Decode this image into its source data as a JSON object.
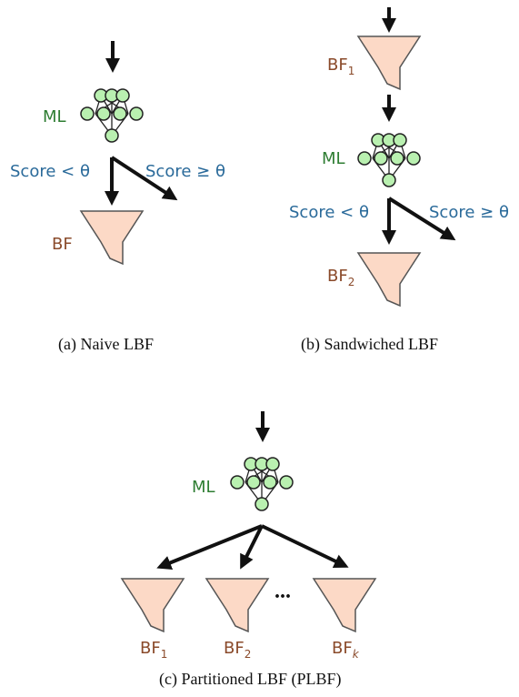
{
  "panel_a": {
    "ml_label": "ML",
    "score_low": "Score < θ",
    "score_high": "Score ≥ θ",
    "bf_label": "BF",
    "caption": "(a) Naive LBF"
  },
  "panel_b": {
    "bf1_base": "BF",
    "bf1_sub": "1",
    "ml_label": "ML",
    "score_low": "Score < θ",
    "score_high": "Score ≥ θ",
    "bf2_base": "BF",
    "bf2_sub": "2",
    "caption": "(b) Sandwiched LBF"
  },
  "panel_c": {
    "ml_label": "ML",
    "bf1_base": "BF",
    "bf1_sub": "1",
    "bf2_base": "BF",
    "bf2_sub": "2",
    "ellipsis": "...",
    "bfk_base": "BF",
    "bfk_sub": "k",
    "caption": "(c) Partitioned LBF (PLBF)"
  },
  "colors": {
    "ml_green": "#2e7d32",
    "score_blue": "#2a6a9a",
    "bf_brown": "#8a4a2a",
    "funnel_fill": "#fcd9c6",
    "node_fill": "#b9f0b0"
  }
}
